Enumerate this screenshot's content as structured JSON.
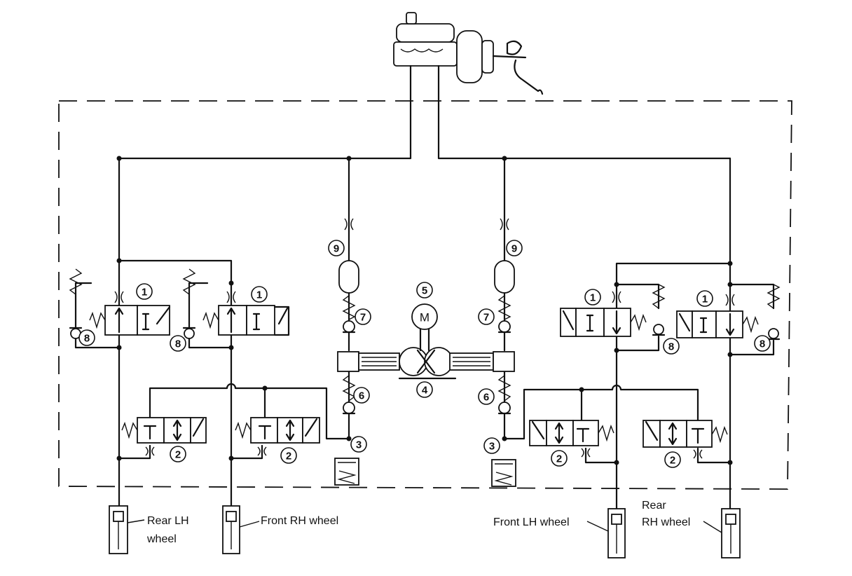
{
  "callouts": {
    "solenoid_valve": "1",
    "outlet_valve": "2",
    "reservoir": "3",
    "pump": "4",
    "motor": "5",
    "inlet_check": "6",
    "outlet_check": "7",
    "return_check": "8",
    "damper": "9",
    "motor_symbol": "M"
  },
  "wheels": {
    "rear_lh": {
      "line1": "Rear LH",
      "line2": "wheel"
    },
    "front_rh": {
      "line1": "Front RH wheel"
    },
    "front_lh": {
      "line1": "Front LH wheel"
    },
    "rear_rh": {
      "line1": "Rear",
      "line2": "RH wheel"
    }
  }
}
